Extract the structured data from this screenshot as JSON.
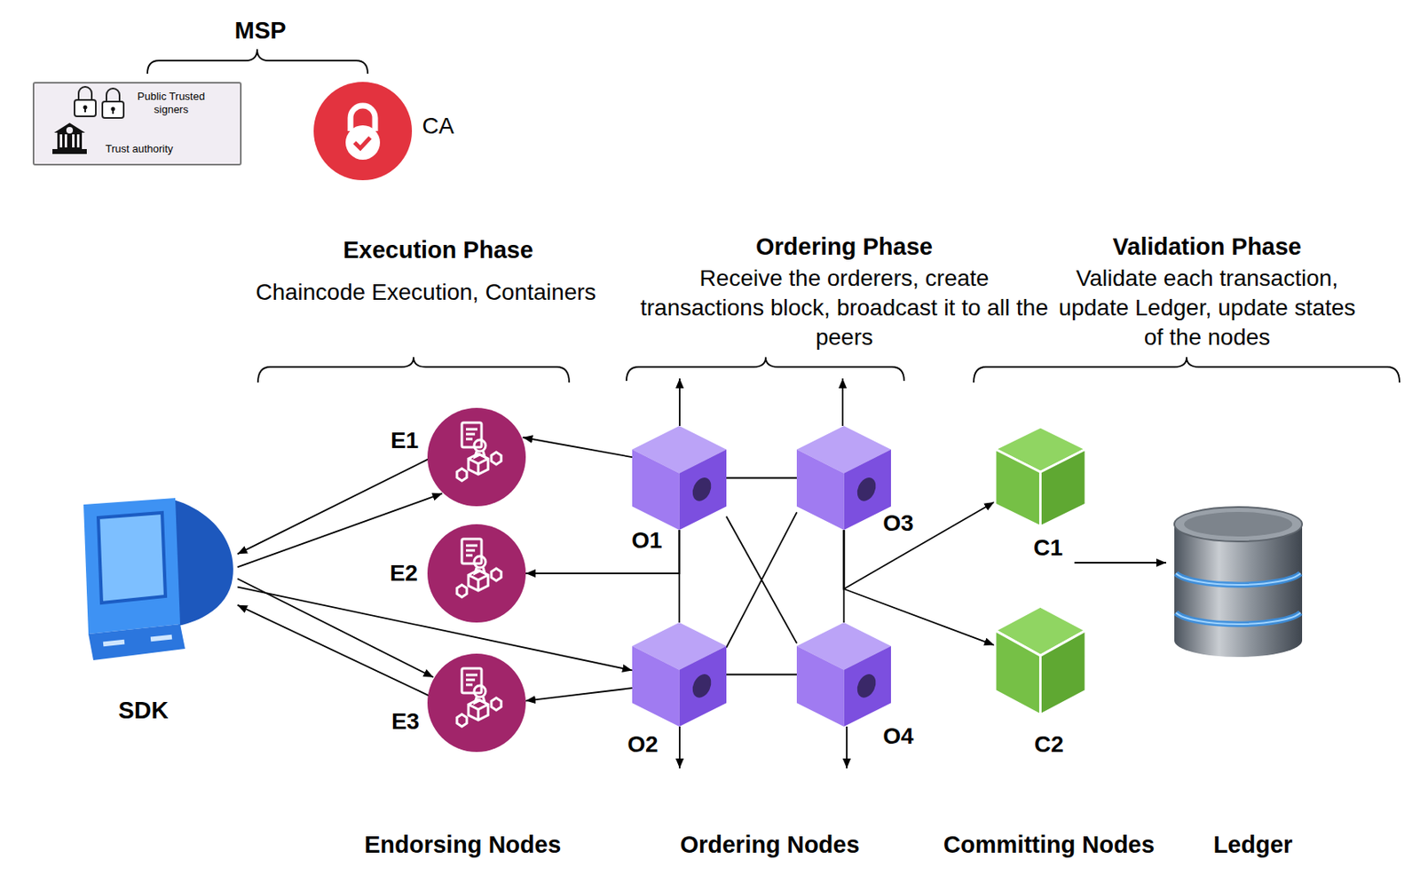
{
  "diagram": {
    "nodes": [
      {
        "text": [
          "Public Trusted signers",
          "Trust authority"
        ]
      },
      {
        "text": [
          "CA"
        ]
      },
      {
        "text": [
          "SDK"
        ]
      },
      {
        "text": [
          "E1"
        ]
      },
      {
        "text": [
          "E2"
        ]
      },
      {
        "text": [
          "E3"
        ]
      },
      {
        "text": [
          "O1"
        ]
      },
      {
        "text": [
          "O2"
        ]
      },
      {
        "text": [
          "O3"
        ]
      },
      {
        "text": [
          "O4"
        ]
      },
      {
        "text": [
          "C1"
        ]
      },
      {
        "text": [
          "C2"
        ]
      }
    ],
    "edges": [
      {
        "from": 3,
        "to": 2,
        "arrow": "to"
      },
      {
        "from": 2,
        "to": 3,
        "arrow": "to"
      },
      {
        "from": 2,
        "to": 5,
        "arrow": "to"
      },
      {
        "from": 5,
        "to": 2,
        "arrow": "to"
      },
      {
        "from": 2,
        "to": 7,
        "arrow": "to"
      },
      {
        "from": 6,
        "to": 3,
        "arrow": "to"
      },
      {
        "from": 6,
        "to": 4,
        "arrow": "to"
      },
      {
        "from": 7,
        "to": 5,
        "arrow": "to"
      },
      {
        "from": 6,
        "to": 8,
        "arrow": "none"
      },
      {
        "from": 6,
        "to": 7,
        "arrow": "none"
      },
      {
        "from": 6,
        "to": 9,
        "arrow": "none"
      },
      {
        "from": 7,
        "to": 8,
        "arrow": "none"
      },
      {
        "from": 7,
        "to": 9,
        "arrow": "none"
      },
      {
        "from": 8,
        "to": 9,
        "arrow": "none"
      },
      {
        "from": 8,
        "to": 10,
        "arrow": "to"
      },
      {
        "from": 8,
        "to": 11,
        "arrow": "to"
      }
    ],
    "labels": [
      "MSP",
      "Execution Phase",
      "Chaincode Execution, Containers",
      "Ordering Phase",
      "Receive the orderers, create transactions block, broadcast it to all the peers",
      "Validation Phase",
      "Validate each transaction, update Ledger, update states of the nodes",
      "Endorsing Nodes",
      "Ordering Nodes",
      "Committing Nodes",
      "Ledger"
    ]
  }
}
